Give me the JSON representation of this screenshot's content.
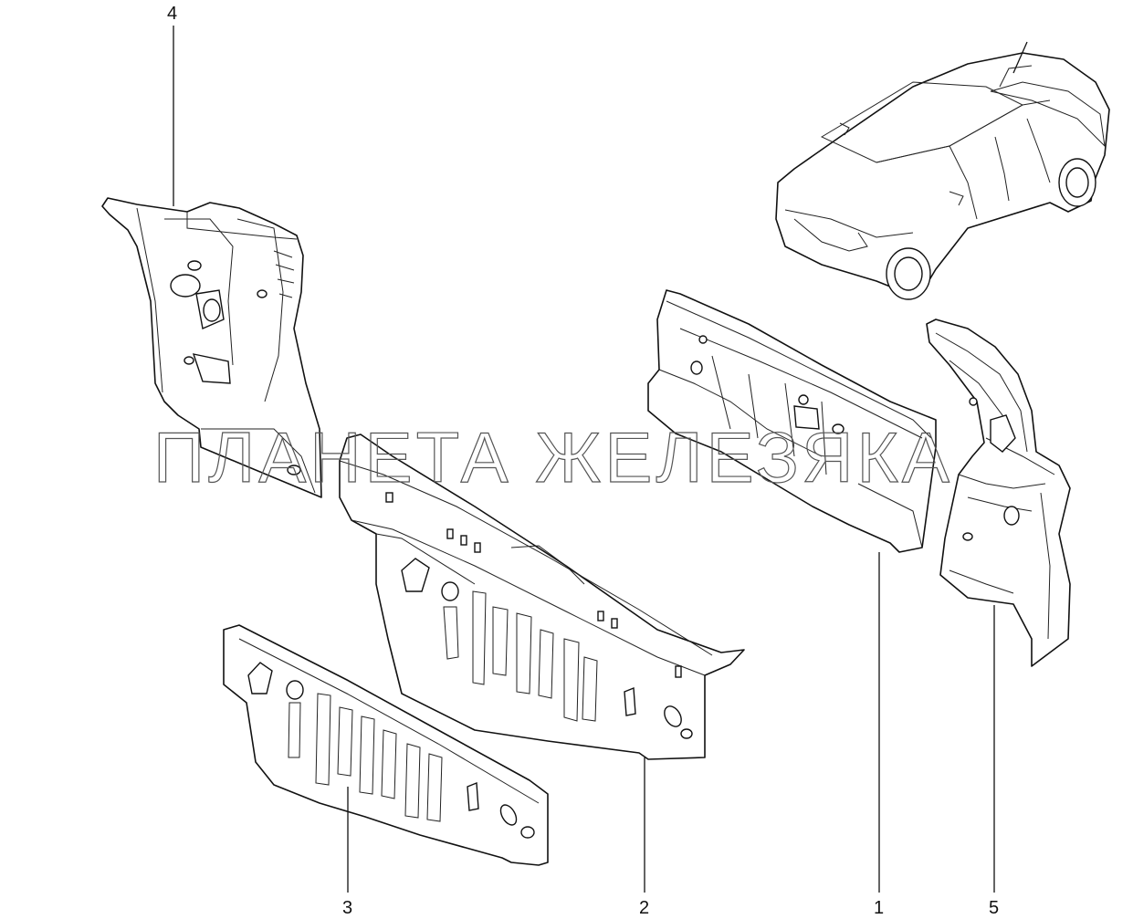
{
  "callouts": {
    "part1": "1",
    "part2": "2",
    "part3": "3",
    "part4": "4",
    "part5": "5"
  },
  "watermark": "ПЛАНЕТА ЖЕЛЕЗЯКА",
  "colors": {
    "line": "#111111",
    "background": "#ffffff"
  }
}
